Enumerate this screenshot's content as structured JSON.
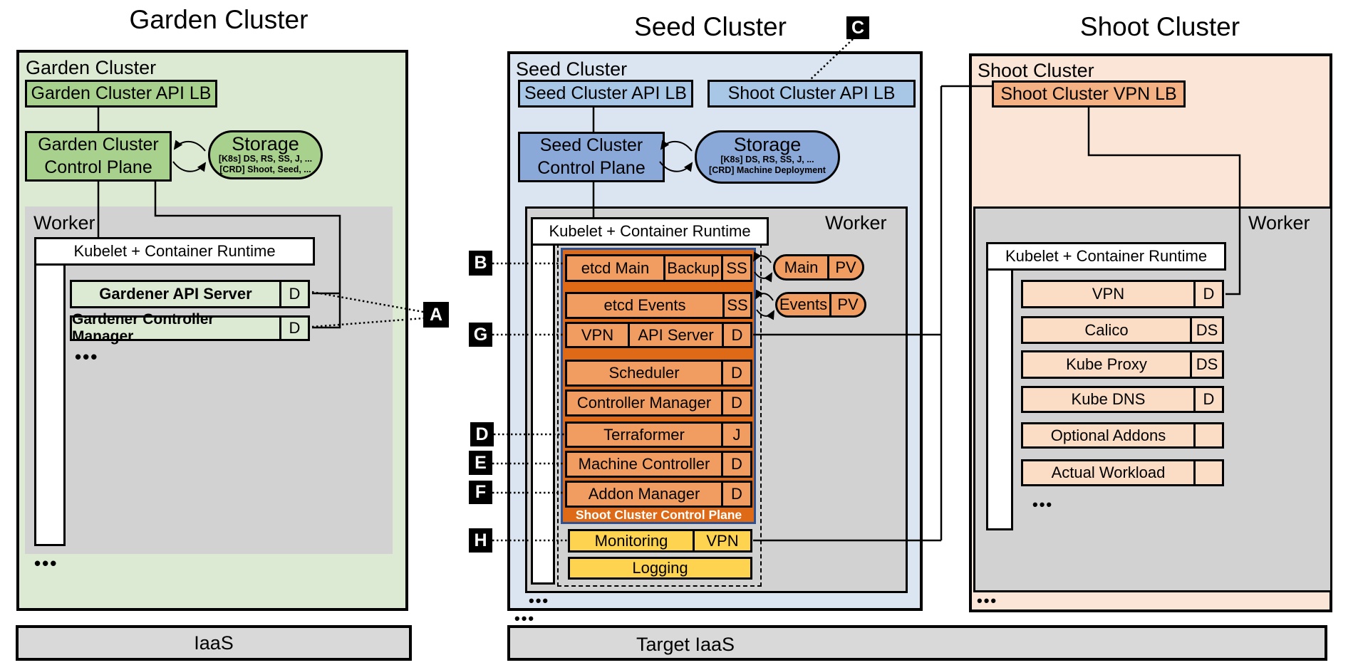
{
  "titles": {
    "garden": "Garden Cluster",
    "seed": "Seed Cluster",
    "shoot": "Shoot Cluster"
  },
  "ellipsis": "•••",
  "garden": {
    "box_label": "Garden Cluster",
    "api_lb": "Garden Cluster API LB",
    "control_plane_line1": "Garden Cluster",
    "control_plane_line2": "Control Plane",
    "storage": {
      "title": "Storage",
      "line1": "[K8s] DS, RS, SS, J, ...",
      "line2": "[CRD] Shoot, Seed, ..."
    },
    "worker_label": "Worker",
    "kubelet": "Kubelet + Container Runtime",
    "rows": [
      {
        "label": "Gardener API Server",
        "badge": "D"
      },
      {
        "label": "Gardener Controller Manager",
        "badge": "D"
      }
    ],
    "iaas": "IaaS"
  },
  "seed": {
    "box_label": "Seed Cluster",
    "api_lb": "Seed Cluster API LB",
    "shoot_api_lb": "Shoot Cluster API LB",
    "control_plane_line1": "Seed Cluster",
    "control_plane_line2": "Control Plane",
    "storage": {
      "title": "Storage",
      "line1": "[K8s] DS, RS, SS, J, ...",
      "line2": "[CRD] Machine Deployment"
    },
    "worker_label": "Worker",
    "kubelet": "Kubelet + Container Runtime",
    "scp_label": "Shoot Cluster Control Plane",
    "rows": [
      {
        "cells": [
          "etcd Main",
          "Backup"
        ],
        "badge": "SS"
      },
      {
        "cells": [
          "etcd Events"
        ],
        "badge": "SS"
      },
      {
        "cells": [
          "VPN",
          "API Server"
        ],
        "badge": "D"
      },
      {
        "cells": [
          "Scheduler"
        ],
        "badge": "D"
      },
      {
        "cells": [
          "Controller Manager"
        ],
        "badge": "D"
      },
      {
        "cells": [
          "Terraformer"
        ],
        "badge": "J"
      },
      {
        "cells": [
          "Machine Controller"
        ],
        "badge": "D"
      },
      {
        "cells": [
          "Addon Manager"
        ],
        "badge": "D"
      }
    ],
    "pv_main": {
      "label": "Main",
      "badge": "PV"
    },
    "pv_events": {
      "label": "Events",
      "badge": "PV"
    },
    "monitoring": {
      "label": "Monitoring",
      "badge": "VPN"
    },
    "logging": "Logging",
    "iaas": "Target IaaS"
  },
  "shoot": {
    "box_label": "Shoot Cluster",
    "vpn_lb": "Shoot Cluster VPN LB",
    "worker_label": "Worker",
    "kubelet": "Kubelet + Container Runtime",
    "rows": [
      {
        "label": "VPN",
        "badge": "D"
      },
      {
        "label": "Calico",
        "badge": "DS"
      },
      {
        "label": "Kube Proxy",
        "badge": "DS"
      },
      {
        "label": "Kube DNS",
        "badge": "D"
      },
      {
        "label": "Optional Addons",
        "badge": ""
      },
      {
        "label": "Actual Workload",
        "badge": ""
      }
    ]
  },
  "callouts": {
    "a": "A",
    "b": "B",
    "c": "C",
    "d": "D",
    "e": "E",
    "f": "F",
    "g": "G",
    "h": "H"
  },
  "colors": {
    "garden_bg": "#dcead3",
    "garden_mid": "#a9d18e",
    "garden_row": "#dcead3",
    "seed_bg": "#dbe5f1",
    "seed_light": "#a8c7e7",
    "seed_mid": "#8aa8d8",
    "shoot_bg": "#fbe5d6",
    "orange_mid": "#f4b183",
    "orange_row": "#f19d61",
    "orange_dark": "#de6a17",
    "yellow": "#fdd34f",
    "worker_gray": "#d2d2d2",
    "iaas_gray": "#d9d9d9",
    "scp_border_blue": "#2e5191"
  }
}
